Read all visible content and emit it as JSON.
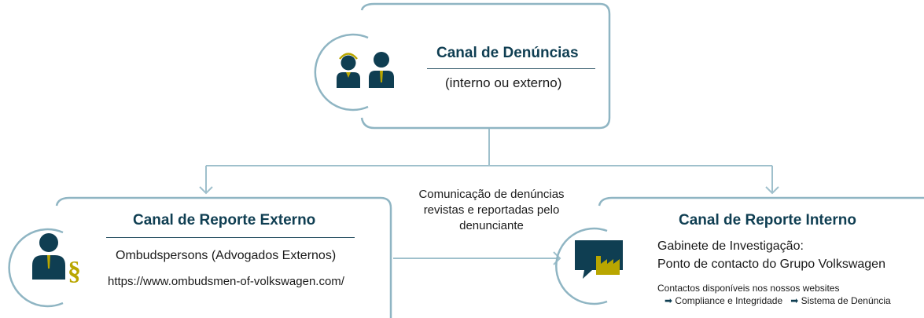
{
  "top_box": {
    "title": "Canal de Denúncias",
    "subtitle": "(interno ou externo)",
    "icon": "two-people-icon"
  },
  "center_note": {
    "line1": "Comunicação de denúncias",
    "line2": "revistas e reportadas pelo",
    "line3": "denunciante"
  },
  "left_box": {
    "title": "Canal de Reporte Externo",
    "line1": "Ombudspersons (Advogados Externos)",
    "line2": "https://www.ombudsmen-of-volkswagen.com/",
    "icon": "lawyer-paragraph-icon"
  },
  "right_box": {
    "title": "Canal de Reporte Interno",
    "line1": "Gabinete de Investigação:",
    "line2": "Ponto de contacto do Grupo Volkswagen",
    "note": "Contactos disponíveis nos nossos websites",
    "link1": "Compliance e Integridade",
    "link2": "Sistema de Denúncia",
    "icon": "factory-chat-icon"
  },
  "colors": {
    "border": "#8fb5c3",
    "icon_dark": "#0f3e52",
    "icon_gold": "#b9a600",
    "connector": "#9fc0cc"
  }
}
